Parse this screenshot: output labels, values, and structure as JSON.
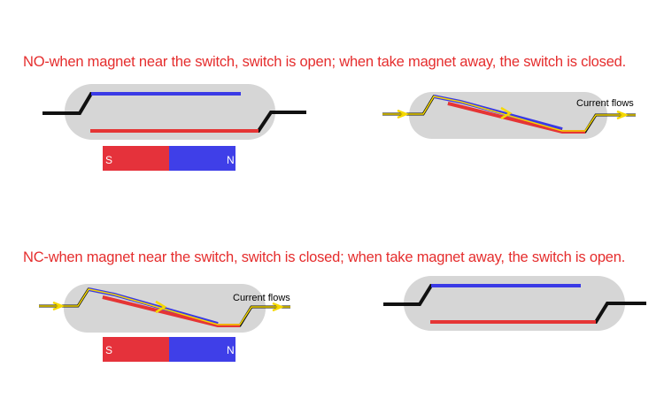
{
  "captions": {
    "no": "NO-when magnet near the switch, switch is open; when take magnet away, the switch is closed.",
    "nc": "NC-when magnet near the switch, switch is closed; when take magnet away, the switch is open."
  },
  "labels": {
    "current_flows": "Current flows",
    "south": "S",
    "north": "N"
  },
  "colors": {
    "caption_red": "#e52d2d",
    "glass": "#d6d6d6",
    "blue_reed": "#3a3ae6",
    "red_reed": "#e53535",
    "lead_black": "#111111",
    "current_yellow": "#f5d800",
    "magnet_south": "#e5323b",
    "magnet_north": "#3f3fe8"
  },
  "icons": [
    "current-arrow-icon"
  ]
}
